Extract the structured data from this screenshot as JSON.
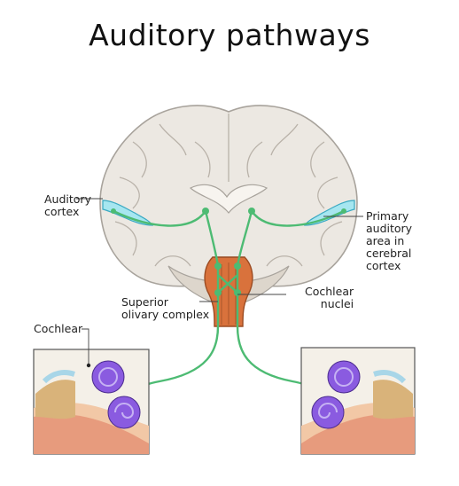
{
  "title": "Auditory pathways",
  "labels": {
    "auditory_cortex": [
      "Auditory",
      "cortex"
    ],
    "primary_auditory_area": [
      "Primary",
      "auditory",
      "area in",
      "cerebral",
      "cortex"
    ],
    "superior_olivary_complex": [
      "Superior",
      "olivary complex"
    ],
    "cochlear_nuclei": [
      "Cochlear",
      "nuclei"
    ],
    "cochlear": "Cochlear"
  },
  "colors": {
    "pathway": "#4dbb73",
    "auditory_cortex_area": "#a6e6f0",
    "brainstem": "#d9723c",
    "cochlea": "#8a5be0",
    "brain_fill": "#ece8e2"
  }
}
